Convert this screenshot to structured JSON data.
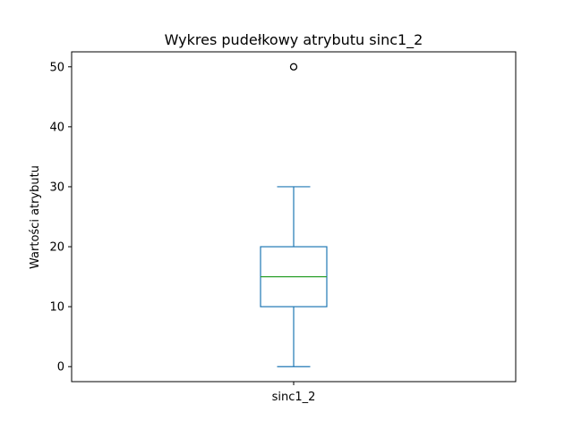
{
  "chart_data": {
    "type": "box",
    "title": "Wykres pudełkowy atrybutu sinc1_2",
    "xlabel": "",
    "ylabel": "Wartości atrybutu",
    "ylim": [
      -2.5,
      52.5
    ],
    "yticks": [
      0,
      10,
      20,
      30,
      40,
      50
    ],
    "categories": [
      "sinc1_2"
    ],
    "series": [
      {
        "whisker_low": 0,
        "q1": 10,
        "median": 15,
        "q3": 20,
        "whisker_high": 30,
        "outliers": [
          50
        ]
      }
    ],
    "grid": false,
    "colors": {
      "box": "#1f77b4",
      "median": "#2ca02c",
      "outlier": "#000000"
    }
  }
}
